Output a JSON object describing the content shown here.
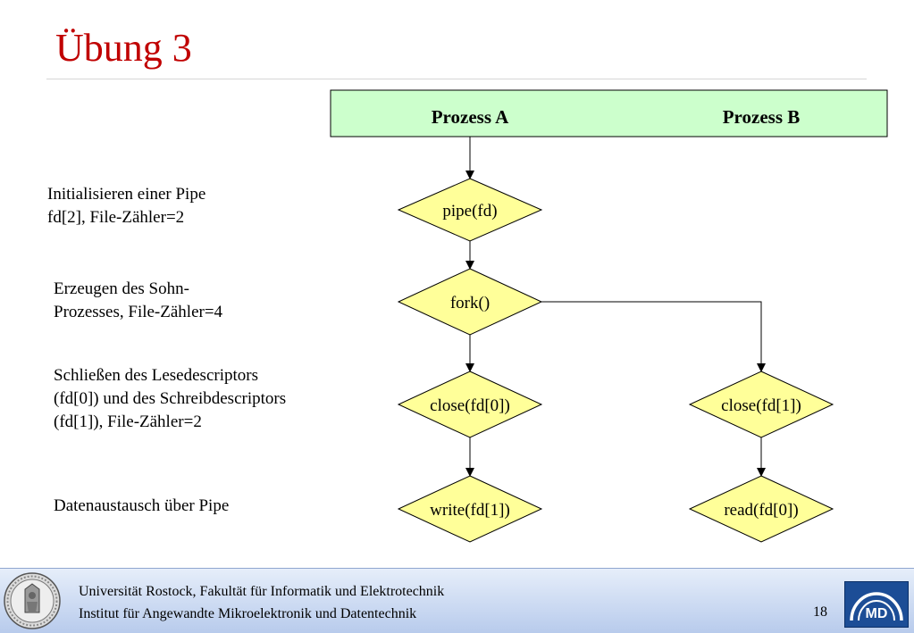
{
  "title": "Übung 3",
  "header": {
    "process_a": "Prozess A",
    "process_b": "Prozess B"
  },
  "nodes": {
    "pipe": "pipe(fd)",
    "fork": "fork()",
    "close_a": "close(fd[0])",
    "close_b": "close(fd[1])",
    "write": "write(fd[1])",
    "read": "read(fd[0])"
  },
  "descriptions": {
    "init": [
      "Initialisieren einer Pipe",
      "fd[2], File-Zähler=2"
    ],
    "fork": [
      "Erzeugen des Sohn-",
      "Prozesses, File-Zähler=4"
    ],
    "close": [
      "Schließen des Lesedescriptors",
      "(fd[0]) und des Schreibdescriptors",
      "(fd[1]), File-Zähler=2"
    ],
    "exchange": [
      "Datenaustausch über Pipe"
    ]
  },
  "footer": {
    "line1": "Universität Rostock, Fakultät für Informatik und Elektrotechnik",
    "line2": "Institut für Angewandte Mikroelektronik und Datentechnik",
    "page_number": "18",
    "logo_text": "MD"
  },
  "colors": {
    "title": "#c00000",
    "header_fill": "#ccffcc",
    "node_fill": "#ffff99",
    "footer": "#c7d7f2"
  }
}
